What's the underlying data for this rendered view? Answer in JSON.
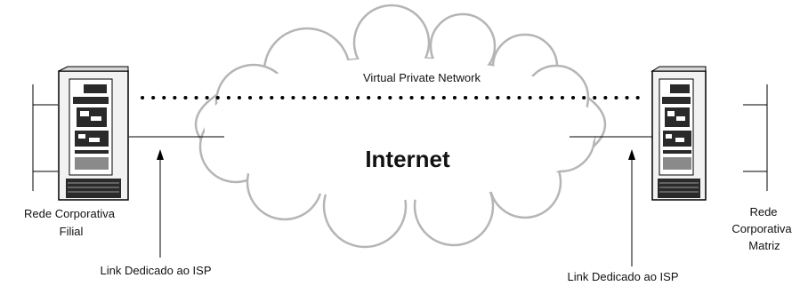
{
  "diagram": {
    "vpn_label": "Virtual Private Network",
    "internet_label": "Internet",
    "left_site": {
      "line1": "Rede Corporativa",
      "line2": "Filial"
    },
    "right_site": {
      "line1": "Rede",
      "line2": "Corporativa",
      "line3": "Matriz"
    },
    "left_link_label": "Link Dedicado ao ISP",
    "right_link_label": "Link Dedicado ao ISP"
  },
  "colors": {
    "line": "#000000",
    "cloud_outline": "#b5b5b5",
    "server_light": "#f2f2f2",
    "server_dark": "#2a2a2a"
  }
}
